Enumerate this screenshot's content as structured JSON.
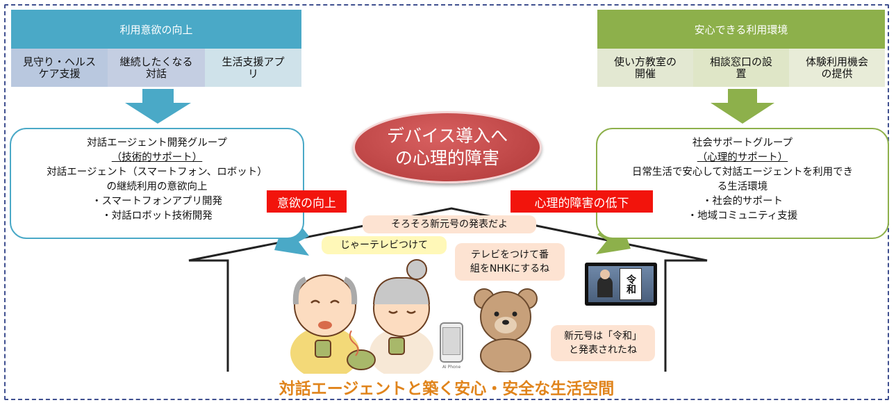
{
  "left_header": {
    "title": "利用意欲の向上",
    "items": [
      "見守り・ヘルス\nケア支援",
      "継続したくなる\n対話",
      "生活支援アプ\nリ"
    ]
  },
  "right_header": {
    "title": "安心できる利用環境",
    "items": [
      "使い方教室の\n開催",
      "相談窓口の設\n置",
      "体験利用機会\nの提供"
    ]
  },
  "left_panel": {
    "line1": "対話エージェント開発グループ",
    "line2": "（技術的サポート）",
    "line3": "対話エージェント（スマートフォン、ロボット）",
    "line4": "の継続利用の意欲向上",
    "line5": "・スマートフォンアプリ開発",
    "line6": "・対話ロボット技術開発"
  },
  "right_panel": {
    "line1": "社会サポートグループ",
    "line2": "（心理的サポート）",
    "line3": "日常生活で安心して対話エージェントを利用でき",
    "line4": "る生活環境",
    "line5": "・社会的サポート",
    "line6": "・地域コミュニティ支援"
  },
  "center_oval": {
    "line1": "デバイス導入へ",
    "line2": "の心理的障害"
  },
  "tag_left": "意欲の向上",
  "tag_right": "心理的障害の低下",
  "bubbles": {
    "announce": "そろそろ新元号の発表だよ",
    "grandpa": "じゃーテレビつけて",
    "robot": "テレビをつけて番\n組をNHKにするね",
    "reiwa": "新元号は「令和」\nと発表されたね"
  },
  "tv_sign": "令和",
  "phone_label": "AI Phone",
  "bottom_title": "対話エージェントと築く安心・安全な生活空間",
  "colors": {
    "blue": "#4aa9c7",
    "green": "#8db04b",
    "red": "#c04040",
    "tag": "#f2140c"
  }
}
